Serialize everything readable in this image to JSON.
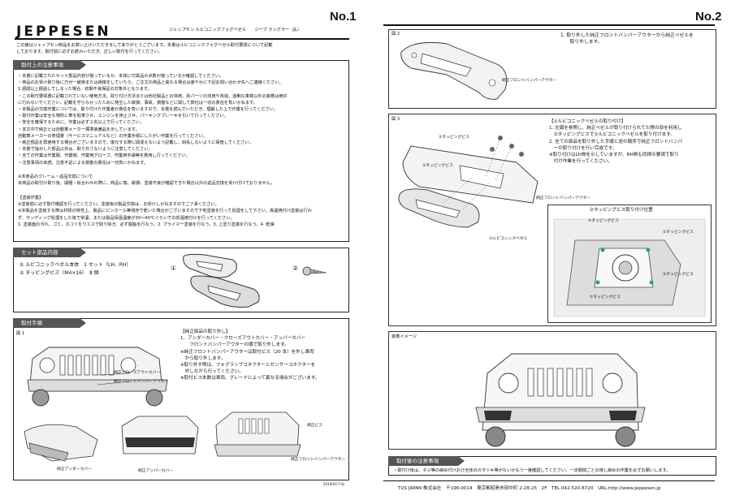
{
  "page1": {
    "page_no": "No.1",
    "logo": "JEPPESEN",
    "logo_sub": "ジェップセン ルビコニックフォグベゼル　　ジープ ラングラー（JL）",
    "intro": [
      "この度はジェップセン商品をお買い上げいただきましてありがとうございます。本書はルビコニックフォグベゼル取付要領について記載",
      "しております。取付前に必ずお読みいただき、正しい取付を行ってください。"
    ],
    "caution": {
      "header": "取付上の注意事項",
      "lines": [
        "・本書に記載されたセット部品内容が揃っているか、本体に付属品の点数が揃っているか確認してください。",
        "・商品のお受け取り後に万が一破損または損傷をしていたら、ご注文の商品と異なる場合は速やかに下記お問い合わせ先へご連絡ください。",
        "  1 週間以上経過してしまった場合、初期不良保証の対象外となります。",
        "・この取付要領書に記載されていない使用方法、取り付け方法または他社製品との併用、別パーツの流用や改造、過剰な車検以外の装着は絶対",
        "  に行わないでください。記載を守らなかったために発生した破損、事故、損害などに関して弊社は一切の責任を負いかねます。",
        "・本製品の交換作業については、取り付けた作業者が責任を負いますので、本書を読んでいただき、理解した上で作業を行ってください。",
        "・取付作業は安全な場所に車を駐車させ、エンジンを停止させ、パーキングブレーキを引いて行ってください。",
        "・安全を確保するために、作業は必ず２名以上で行ってください。",
        "・本文中で純正とは自動車メーカー標準装備品を示しています。",
        "  自動車メーカーの修理書（サービスマニュアルなど）の作業手順にしたがい作業を行ってください。",
        "・純正部品を再使用する場合がございますので、復元する際に間違えないよう記載し、紛失しないように保管してください。",
        "・本書で指示した部品以外は、取り外さないように注意してください。",
        "・全ての作業は作業服、作業帽、作業用グローブ、作業用手袋等を着用し行ってください。",
        "・注意事項の未読、注意不足による損害の責任は一切負いかねます。"
      ],
      "claim": [
        "※本商品のクレーム・返品交換について",
        "本商品の取付け取り後、開梱・仮合わせの際に、商品に傷、破損、塗装不良が確認できた場合以外の返品交換を受け付けておりません。"
      ],
      "paint_title": "【塗装作業】",
      "paint": [
        "※塗装前に必ず取付確認を行ってください。塗装後の製品交換は、お受けしかねますのでご了承ください。",
        "※本製品を塗装する際は材質の特性上、製品にピンホール等残存で乾いた場合がございますので下地塗装を行って処理をして下さい。高温焼付け塗装は行わ",
        "  ず、サンディング処理をした後で常温、または製品保温温度が30〜40℃ぐらいでの低温焼付けを行ってください。",
        "1. 塗装面の汚れ、ゴミ、ホコリをウエスで取り除き、必ず脱脂を行なう。2. プライマー塗装を行なう。3. 上塗り塗装を行なう。4. 乾燥"
      ]
    },
    "set": {
      "header": "セット部品内容",
      "items": [
        "① ルビコニックベゼル本体　1 セット（LH、RH）",
        "② タッピングビス（M4×16）　8 個"
      ],
      "num1": "①",
      "num2": "②"
    },
    "procedure": {
      "header": "取付手順",
      "fig_label": "図 1",
      "callouts": {
        "close_out": "純正クローズアウトカバー",
        "front_bumper": "純正フロントバンパーアウター",
        "under_cover": "純正アンダーカバー",
        "upper_cover": "純正アッパーカバー",
        "bis": "純正ビス",
        "front_bumper2": "純正フロントバンパーアウター"
      },
      "step_title": "【純正部品の取り外し】",
      "step_lines": [
        "1．アンダーカバー・クローズアウトカバー・アッパーカバー",
        "　　フロントバンパーアウターの順で取り外します。",
        "※純正フロントバンパーアウターは取付ビス（20 本）を外し車両",
        "　から取り外します。",
        "※取り外す際は、フォグランプコネクターとセンサーコネクターを",
        "　外しながら行ってください。",
        "※取付ビス本数は車両、グレードによって異なる場合がございます。"
      ],
      "footnote": "2019/01/下旬"
    }
  },
  "page2": {
    "page_no": "No.2",
    "fig2": {
      "label": "図 2",
      "callout": "純正フロントバンパーアウター",
      "text": [
        "1. 取り外した純正フロントバンパーアウターから純正ベゼルを",
        "　　取り外します。"
      ]
    },
    "fig3": {
      "label": "図 3",
      "callouts": {
        "bis_a": "②タッピングビス",
        "bis_b": "②タッピングビス",
        "bumper": "純正フロントバンパーアウター",
        "bezel": "①ルビコニックベゼル"
      },
      "title": "【①ルビコニックベゼルの取り付け】",
      "lines": [
        "1. 左図を参照し、純正ベゼルが取り付けられてた際の部を利用し",
        "　②タッピングビスで①ルビコニックベゼルを取り付けます。",
        "2. 全ての部品を取り外した手順と逆の順序で純正フロントバンパ",
        "　ーの取り付けを行い完成です。",
        "※取り付けはLH側を示していますが、RH側も同様の要領で取り",
        "　付け作業を行ってください。"
      ],
      "detail_title": "②タッピングビス取り付け位置",
      "detail_callouts": [
        "②タッピングビス",
        "②タッピングビス",
        "②タッピングビス",
        "②タッピングビス"
      ]
    },
    "mount": {
      "label": "装着イメージ"
    },
    "after": {
      "header": "取付後の注意事項",
      "text": "・取付け後は、ネジ等の締め付けおび全体のガタツキ等がないかもう一度確認してください。一定期間ごとの増し締めの作業を必ずお願いします。"
    },
    "footer": "TUS JAPAN 株式会社　〒196-0014　東京都昭島市田中町 2-28-25　2F　TEL.042-520-8720　URL:http://www.jeppesen.jp"
  },
  "colors": {
    "header_bg": "#555555",
    "line": "#222222",
    "text": "#111111"
  }
}
